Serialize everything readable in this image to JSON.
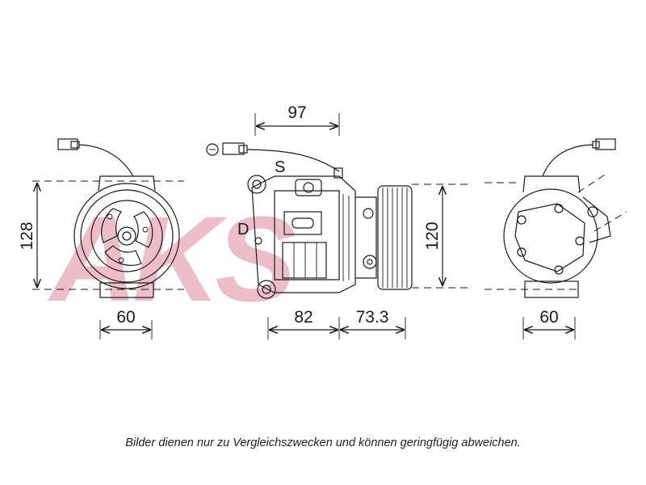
{
  "watermark": "AKS",
  "labels": {
    "suction": "S",
    "discharge": "D"
  },
  "dimensions": {
    "front_height": "128",
    "front_width": "60",
    "top_length": "97",
    "side_body_length": "82",
    "side_pulley_length": "73.3",
    "side_height": "120",
    "rear_width": "60"
  },
  "caption": "Bilder dienen nur zu Vergleichszwecken und können geringfügig abweichen."
}
